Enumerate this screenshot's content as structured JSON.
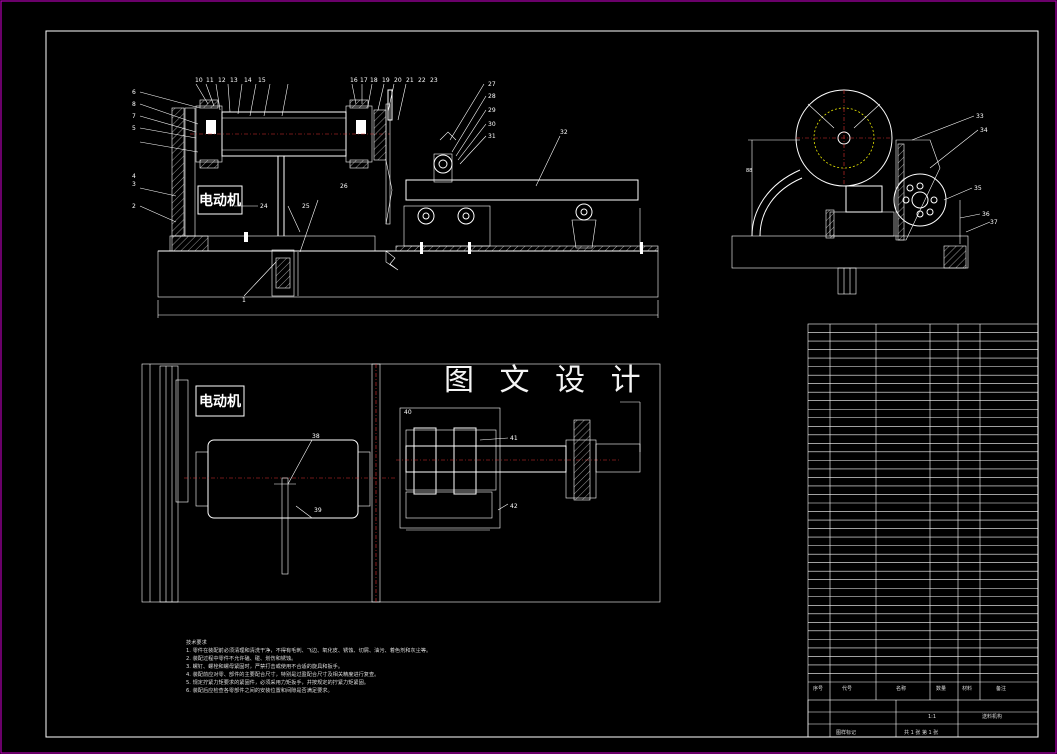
{
  "drawing": {
    "motor_label_front": "电动机",
    "motor_label_top": "电动机",
    "watermark": "图 文 设 计",
    "notes_title": "技术要求",
    "notes": [
      "1. 零件在装配前必须清理和清洗干净，不得有毛刺、飞边、氧化皮、锈蚀、切屑、油污、着色剂和灰尘等。",
      "2. 装配过程中零件不允许磕、碰、划伤和锈蚀。",
      "3. 螺钉、螺栓和螺母紧固时，严禁打击或使用不合适的旋具和扳手。",
      "4. 装配前应对零、部件的主要配合尺寸，特别是过盈配合尺寸及相关精度进行复查。",
      "5. 规定拧紧力矩要求的紧固件，必须采用力矩扳手，并按规定的拧紧力矩紧固。",
      "6. 装配后应检查各零部件之间的安装位置和间隙是否满足要求。"
    ],
    "callouts_front_left": [
      "6",
      "8",
      "7",
      "5",
      "3",
      "4",
      "2"
    ],
    "callouts_front_top": [
      "10",
      "11",
      "12",
      "13",
      "14",
      "15",
      "16",
      "17",
      "18",
      "19",
      "20",
      "21",
      "22",
      "23"
    ],
    "callouts_front_right": [
      "27",
      "28",
      "29",
      "30",
      "31",
      "32"
    ],
    "callouts_front_bottom": [
      "1",
      "24",
      "25",
      "26"
    ],
    "callouts_side": [
      "33",
      "34",
      "35",
      "36",
      "37"
    ],
    "callouts_top_view": [
      "38",
      "39",
      "40",
      "41",
      "42"
    ],
    "title_block": {
      "name_left": "送料机构",
      "sheet_label": "图样标记",
      "scale": "1:1",
      "sheet": "共 1 张 第 1 张"
    },
    "bom_header": [
      "序号",
      "代号",
      "名称",
      "数量",
      "材料",
      "备注"
    ],
    "bom_row_count": 42
  }
}
